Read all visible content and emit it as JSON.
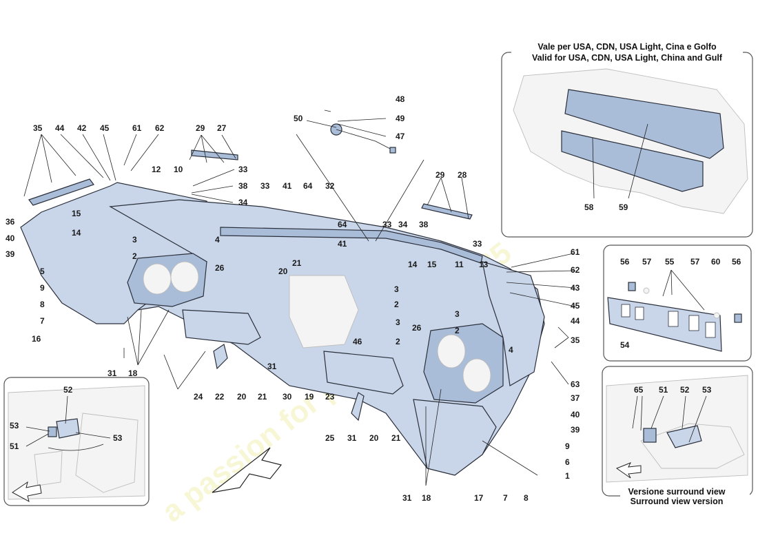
{
  "inset_top_right": {
    "caption_it": "Vale per USA, CDN, USA Light, Cina e Golfo",
    "caption_en": "Valid for USA, CDN, USA Light, China and Gulf",
    "labels": [
      "58",
      "59"
    ]
  },
  "inset_bottom_right": {
    "caption_it": "Versione surround view",
    "caption_en": "Surround view version",
    "labels": [
      "65",
      "51",
      "52",
      "53"
    ]
  },
  "inset_middle_right": {
    "labels": [
      "56",
      "57",
      "55",
      "57",
      "60",
      "56",
      "54"
    ]
  },
  "inset_bottom_left": {
    "labels": [
      "52",
      "53",
      "53",
      "51"
    ]
  },
  "watermark": "a passion for parts since 1985",
  "callouts": {
    "plain": [
      "35",
      "44",
      "42",
      "45",
      "61",
      "62",
      "29",
      "27",
      "12",
      "10",
      "33",
      "38",
      "34",
      "36",
      "40",
      "39",
      "15",
      "14",
      "3",
      "2",
      "4",
      "5",
      "9",
      "8",
      "7",
      "16",
      "26",
      "21",
      "20",
      "31",
      "18",
      "24",
      "22",
      "20",
      "21",
      "31",
      "30",
      "19",
      "23",
      "25",
      "31",
      "20",
      "21",
      "31",
      "18",
      "17",
      "7",
      "8",
      "1",
      "6",
      "9",
      "39",
      "40",
      "37",
      "63",
      "35",
      "44",
      "45",
      "43",
      "62",
      "61",
      "48",
      "49",
      "47",
      "50",
      "33",
      "41",
      "64",
      "32",
      "64",
      "41",
      "33",
      "34",
      "38",
      "33",
      "29",
      "28",
      "14",
      "15",
      "11",
      "13",
      "3",
      "2",
      "3",
      "2",
      "46",
      "26",
      "4",
      "3",
      "2"
    ],
    "boxed": []
  }
}
